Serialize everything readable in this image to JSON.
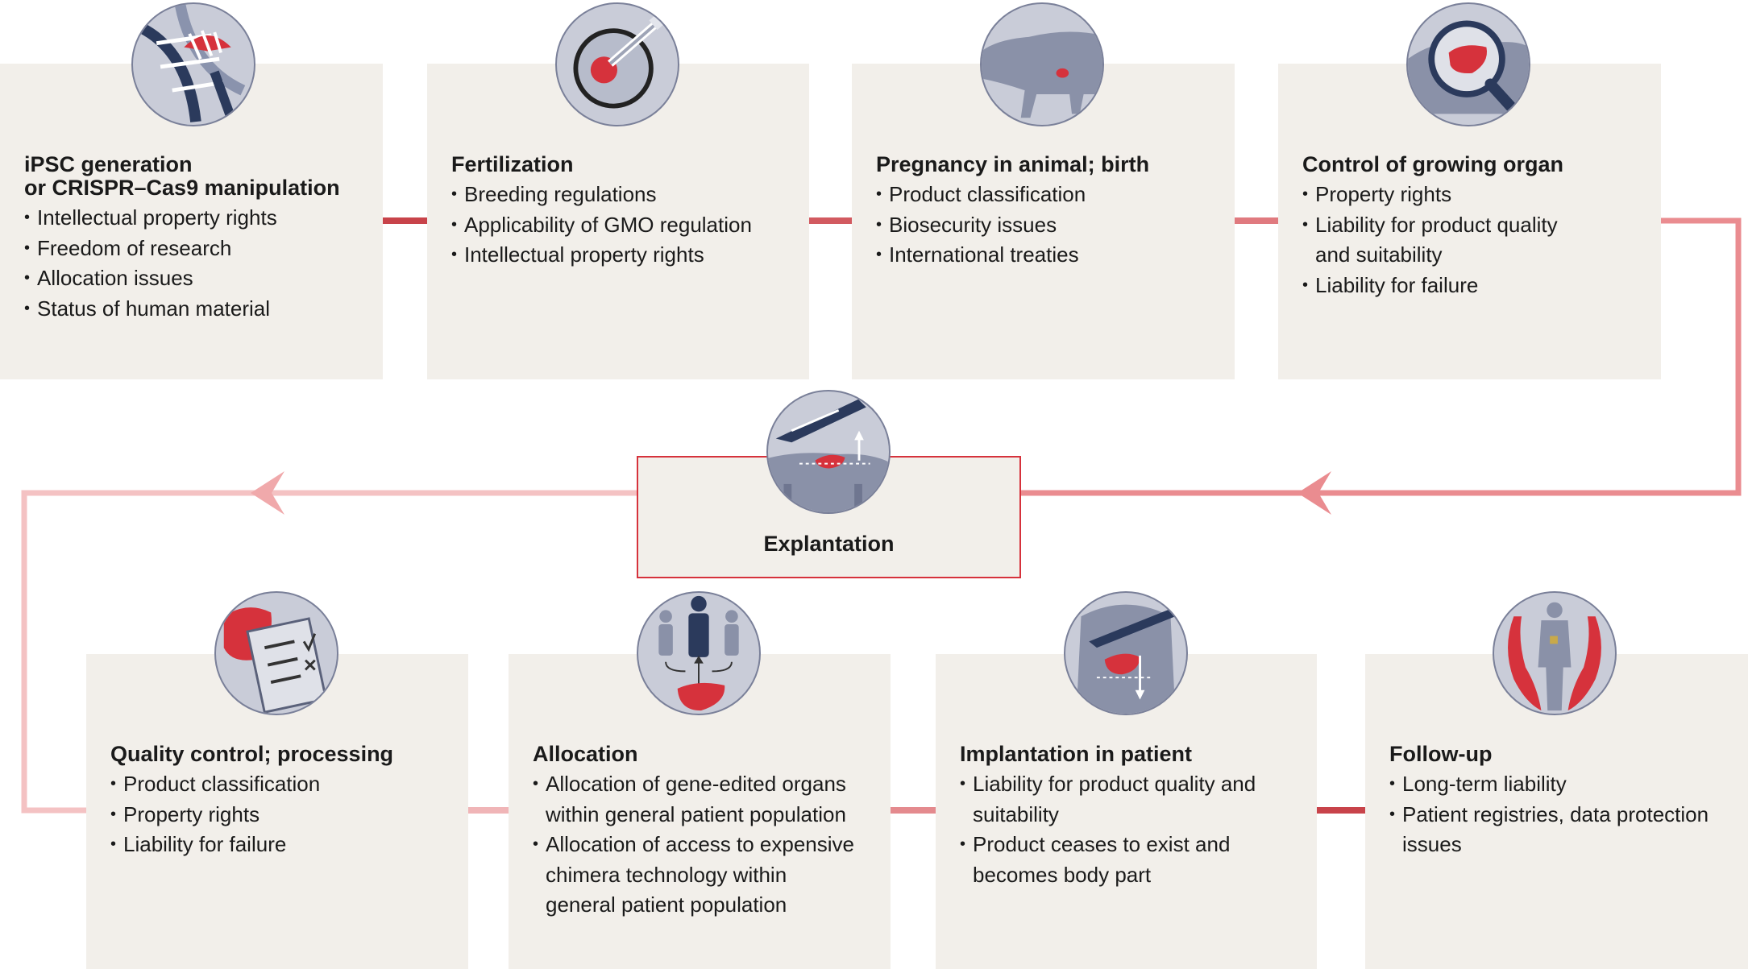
{
  "top_row": [
    {
      "title": "iPSC generation\nor CRISPR–Cas9 manipulation",
      "items": [
        "Intellectual property rights",
        "Freedom of research",
        "Allocation issues",
        "Status of human material"
      ],
      "icon": "dna-scissors-icon"
    },
    {
      "title": "Fertilization",
      "items": [
        "Breeding regulations",
        "Applicability of GMO regulation",
        "Intellectual property rights"
      ],
      "icon": "embryo-injection-icon"
    },
    {
      "title": "Pregnancy in animal; birth",
      "items": [
        "Product classification",
        "Biosecurity issues",
        "International treaties"
      ],
      "icon": "pig-icon"
    },
    {
      "title": "Control of growing organ",
      "items": [
        "Property rights",
        "Liability for product quality\nand suitability",
        "Liability for failure"
      ],
      "icon": "magnifier-organ-icon"
    }
  ],
  "middle": {
    "title": "Explantation",
    "icon": "explantation-scalpel-icon"
  },
  "bottom_row": [
    {
      "title": "Quality control; processing",
      "items": [
        "Product classification",
        "Property rights",
        "Liability for failure"
      ],
      "icon": "checklist-organ-icon"
    },
    {
      "title": "Allocation",
      "items": [
        "Allocation of gene-edited organs\nwithin general patient population",
        "Allocation of access to expensive\nchimera technology within\ngeneral patient population"
      ],
      "icon": "patients-allocation-icon"
    },
    {
      "title": "Implantation in patient",
      "items": [
        "Liability for product quality and\nsuitability",
        "Product ceases to exist and\nbecomes body part"
      ],
      "icon": "implantation-torso-icon"
    },
    {
      "title": "Follow-up",
      "items": [
        "Long-term liability",
        "Patient registries, data protection\nissues"
      ],
      "icon": "hands-patient-icon"
    }
  ],
  "colors": {
    "card_bg": "#f2efea",
    "accent_red": "#d6323c",
    "connector_dark": "#c8434a",
    "connector_light": "#f4c2c3",
    "icon_fill": "#c9ccd8",
    "icon_border": "#7a8099",
    "dark_navy": "#2b3a5c"
  }
}
